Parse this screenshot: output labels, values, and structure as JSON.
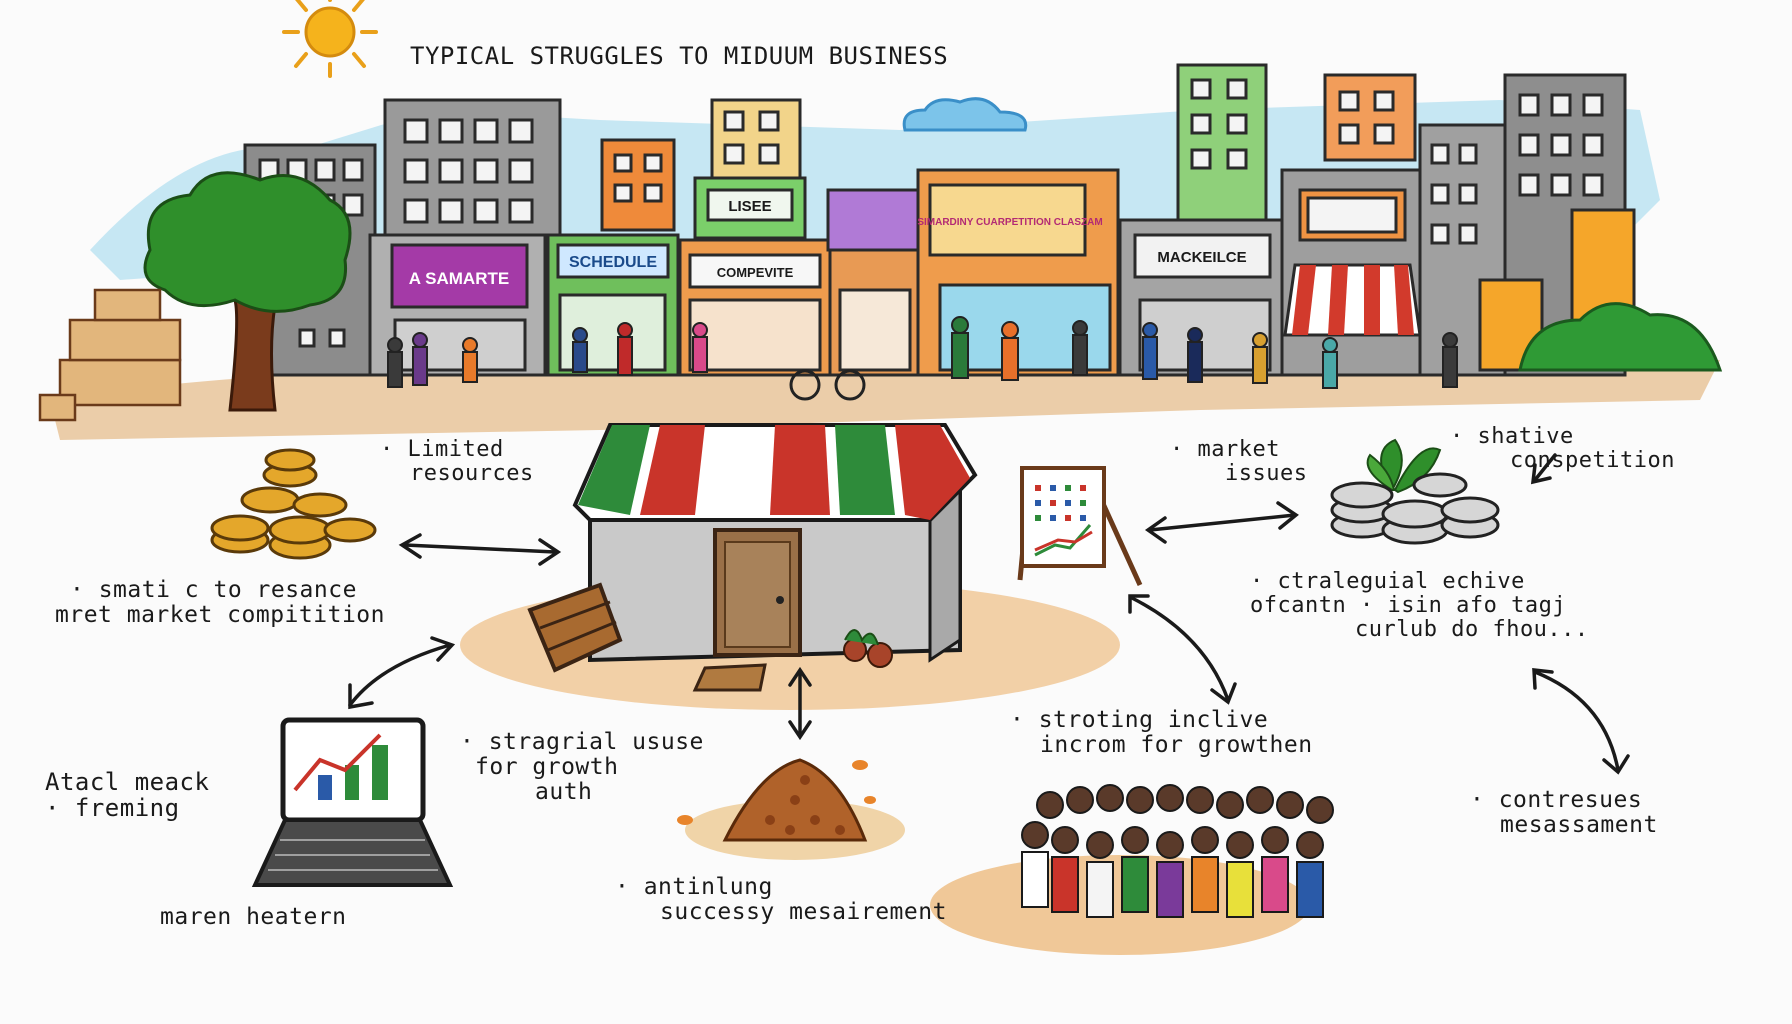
{
  "title": "Typical struggles to miduum business",
  "colors": {
    "paper": "#fbfbfb",
    "ink": "#1a1a1a",
    "sky_wash": "#8fd3ea",
    "ground": "#e7c49a",
    "awning_green": "#2e8b3a",
    "awning_red": "#c9342a",
    "tree_green": "#2f8f2b",
    "coin_gold": "#e4a72b"
  },
  "signs": {
    "asamarte": "A SAMARTE",
    "schedule": "SCHEDULE",
    "lisee": "LISEE",
    "cuarter": "SIMARDINY CUARPETITION CLASZAM",
    "compevite": "COMPEVITE",
    "mackeilce": "MACKEILCE"
  },
  "labels": {
    "limited_resources": [
      "· Limited",
      "resources"
    ],
    "market_issues": [
      "· market",
      "issues"
    ],
    "shative_competition": [
      "· shative",
      "conspetition"
    ],
    "smatic_resance": [
      "· smati c  to  resance",
      "mret market compitition"
    ],
    "straleguial": [
      "· ctraleguial  echive",
      "ofcantn  · isin  afo  tagj",
      "curlub  do  fhou..."
    ],
    "stragrial_ususe": [
      "· stragrial ususe",
      "for  growth",
      "auth"
    ],
    "stroting_inclive": [
      "· stroting  inclive",
      "incrom  for  growthen"
    ],
    "atacl_meack": [
      "Atacl  meack",
      "· freming"
    ],
    "maren_heatern": "maren   heatern",
    "antinlung": [
      "· antinlung",
      "successy  mesairement"
    ],
    "contresues": [
      "· contresues",
      "mesassament"
    ]
  },
  "icons": [
    "sun-icon",
    "cloud-icon",
    "tree-icon",
    "coin-stack-icon",
    "shop-icon",
    "easel-chart-icon",
    "plant-coins-icon",
    "laptop-chart-icon",
    "seed-pile-icon",
    "people-group-icon",
    "crate-icon",
    "arrow-icon"
  ]
}
